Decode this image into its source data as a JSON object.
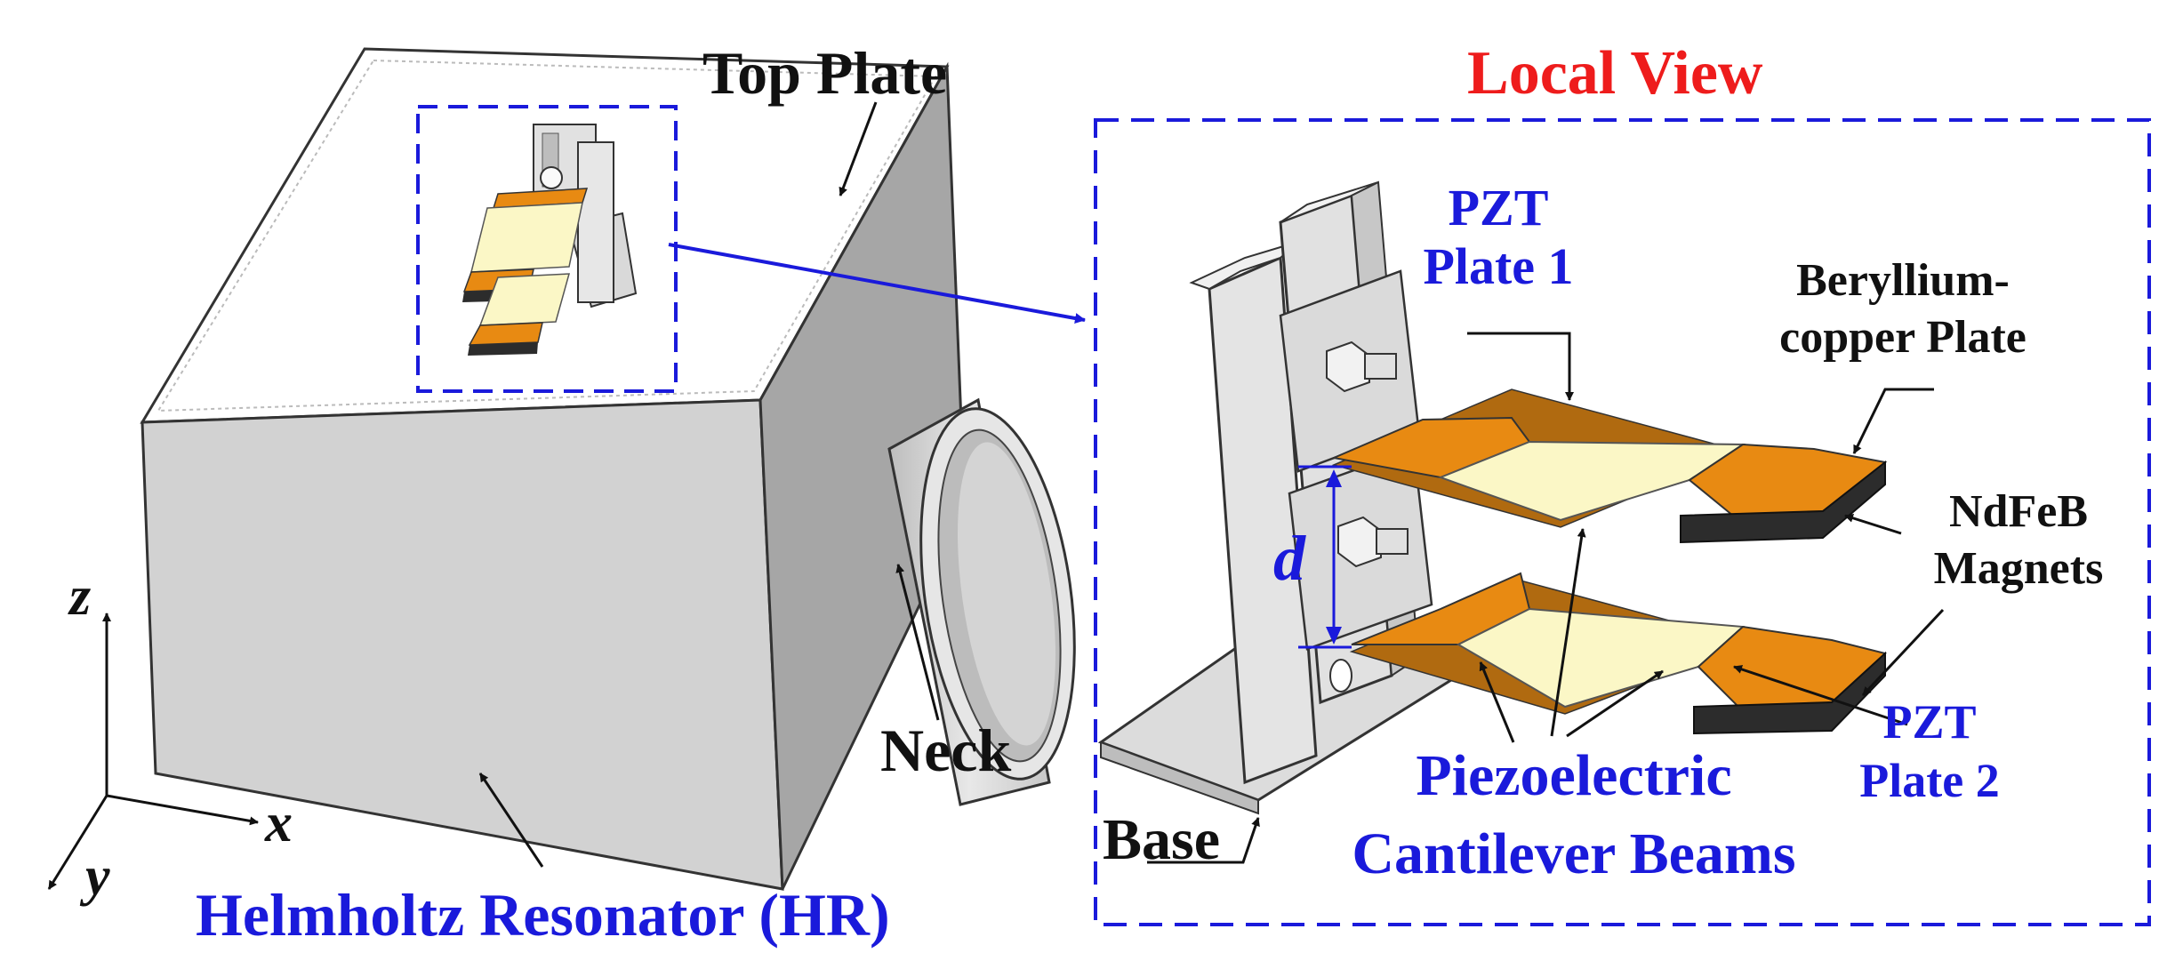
{
  "labels": {
    "top_plate": "Top Plate",
    "local_view": "Local View",
    "pzt1_line1": "PZT",
    "pzt1_line2": "Plate 1",
    "beryllium_line1": "Beryllium-",
    "beryllium_line2": "copper Plate",
    "ndfeb_line1": "NdFeB",
    "ndfeb_line2": "Magnets",
    "d": "d",
    "neck": "Neck",
    "pzt2_line1": "PZT",
    "pzt2_line2": "Plate 2",
    "piezo_line1": "Piezoelectric",
    "piezo_line2": "Cantilever Beams",
    "base": "Base",
    "hr": "Helmholtz Resonator (HR)",
    "axis_z": "z",
    "axis_x": "x",
    "axis_y": "y"
  },
  "colors": {
    "label_black": "#111111",
    "label_blue": "#1a1adb",
    "title_red": "#ee1c1c",
    "box_top": "#ffffff",
    "box_front": "#d2d2d2",
    "box_side": "#a6a6a6",
    "copper": "#e88a12",
    "pzt": "#fbf7c6",
    "magnet": "#2c2c2c",
    "bracket": "#e1e1e1"
  }
}
